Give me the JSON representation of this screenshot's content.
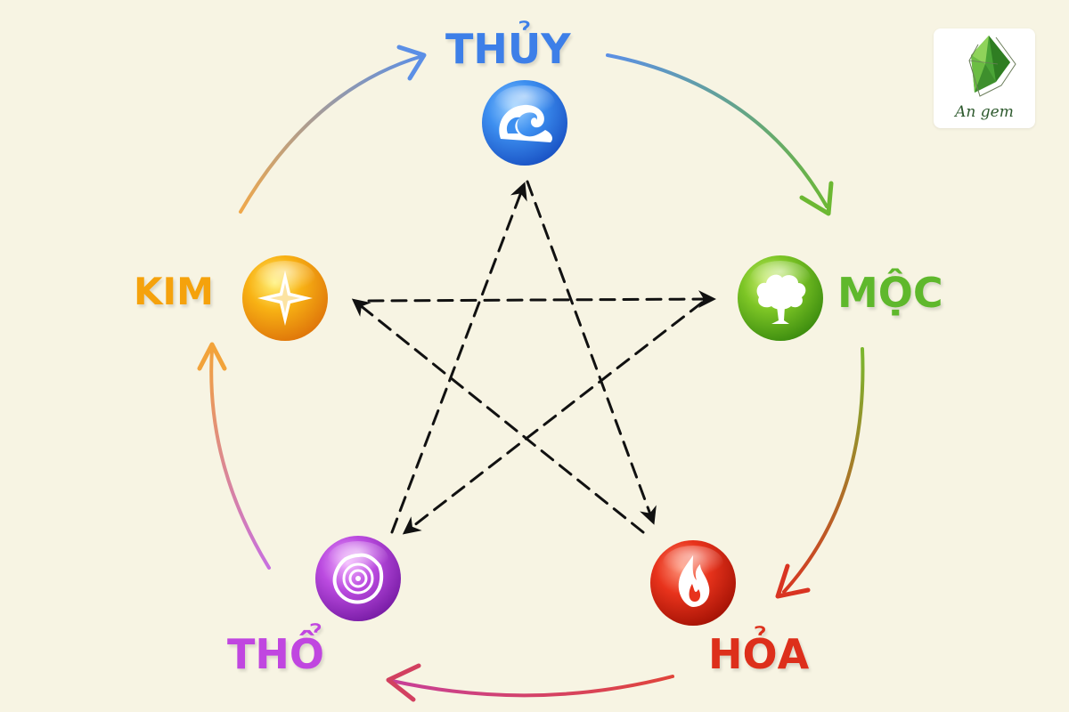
{
  "elements": {
    "thuy": {
      "label": "THỦY",
      "color": "#3d7fe8",
      "icon": "wave-icon"
    },
    "moc": {
      "label": "MỘC",
      "color": "#5fb82c",
      "icon": "tree-icon"
    },
    "hoa": {
      "label": "HỎA",
      "color": "#dd2f1b",
      "icon": "flame-icon"
    },
    "tho": {
      "label": "THỔ",
      "color": "#c046e0",
      "icon": "tree-rings-icon"
    },
    "kim": {
      "label": "KIM",
      "color": "#f5a20c",
      "icon": "four-point-star-icon"
    }
  },
  "generating_cycle": [
    "thuy",
    "moc",
    "hoa",
    "tho",
    "kim"
  ],
  "controlling_cycle": [
    "thuy",
    "hoa",
    "kim",
    "moc",
    "tho"
  ],
  "logo": {
    "text": "An gem",
    "icon": "green-gem-icon"
  },
  "colors": {
    "background": "#f7f4e3",
    "dashed_arrow": "#111111"
  }
}
